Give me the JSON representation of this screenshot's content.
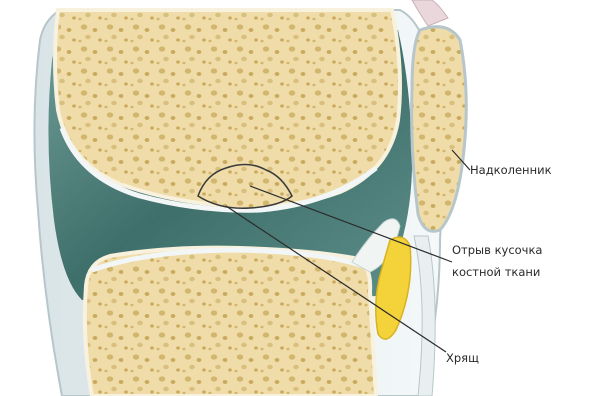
{
  "labels": {
    "patella": "Надколенник",
    "fragment_line1": "Отрыв кусочка",
    "fragment_line2": "костной ткани",
    "meniscus": "Хрящ"
  },
  "colors": {
    "bone": "#efdca8",
    "bone_pore": "#d2b66e",
    "synovial_fluid": "#4e7f7a",
    "membrane": "#e7eef0",
    "cartilage_yellow": "#f3d23a",
    "leader_line": "#2b2b2b"
  }
}
